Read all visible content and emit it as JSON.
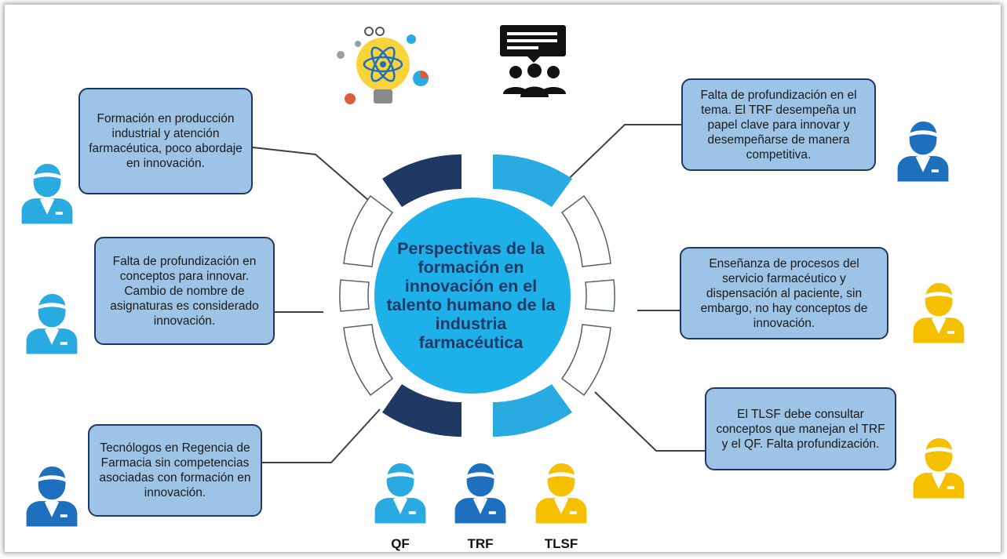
{
  "center": {
    "title": "Perspectivas de la formación en innovación en el talento humano de la industria farmacéutica"
  },
  "boxes": {
    "left_top": "Formación en producción industrial y atención farmacéutica, poco abordaje en innovación.",
    "left_middle": "Falta de profundización en conceptos para innovar. Cambio de nombre de asignaturas es considerado innovación.",
    "left_bottom": "Tecnólogos en Regencia de Farmacia sin competencias asociadas con formación en innovación.",
    "right_top": "Falta de profundización en el tema. El TRF desempeña un papel clave para innovar y desempeñarse de manera competitiva.",
    "right_middle": "Enseñanza de procesos del servicio farmacéutico y dispensación al paciente, sin embargo, no hay conceptos de innovación.",
    "right_bottom": "El TLSF debe consultar conceptos que manejan el TRF y el QF. Falta profundización."
  },
  "legend": [
    {
      "label": "QF",
      "color": "#29abe2"
    },
    {
      "label": "TRF",
      "color": "#1f6fbf"
    },
    {
      "label": "TLSF",
      "color": "#f5c000"
    }
  ],
  "colors": {
    "qf": "#29abe2",
    "trf": "#1f6fbf",
    "tlsf": "#f5c000",
    "dark_navy": "#1f3864",
    "box_fill": "#9dc3e6",
    "center_fill": "#1eb0e8"
  },
  "icons": [
    "lightbulb-atom-icon",
    "presentation-audience-icon",
    "person-icon"
  ]
}
